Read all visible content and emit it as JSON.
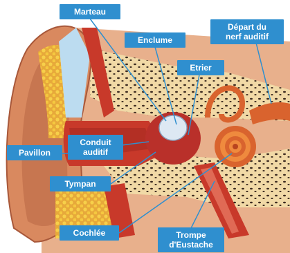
{
  "diagram": {
    "labels": {
      "marteau": "Marteau",
      "enclume": "Enclume",
      "etrier": "Etrier",
      "depart_nerf": "Départ du\nnerf auditif",
      "conduit": "Conduit\nauditif",
      "pavillon": "Pavillon",
      "tympan": "Tympan",
      "cochlee": "Cochlée",
      "trompe": "Trompe\nd'Eustache"
    },
    "colors": {
      "label_bg": "#2f8fcf",
      "label_text": "#ffffff",
      "skin": "#d9895f",
      "bone": "#f1d9a6",
      "fat": "#f2c23a",
      "flesh": "#c8392a",
      "canal_blue": "#bcdcf0",
      "leader": "#2f8fcf"
    }
  }
}
